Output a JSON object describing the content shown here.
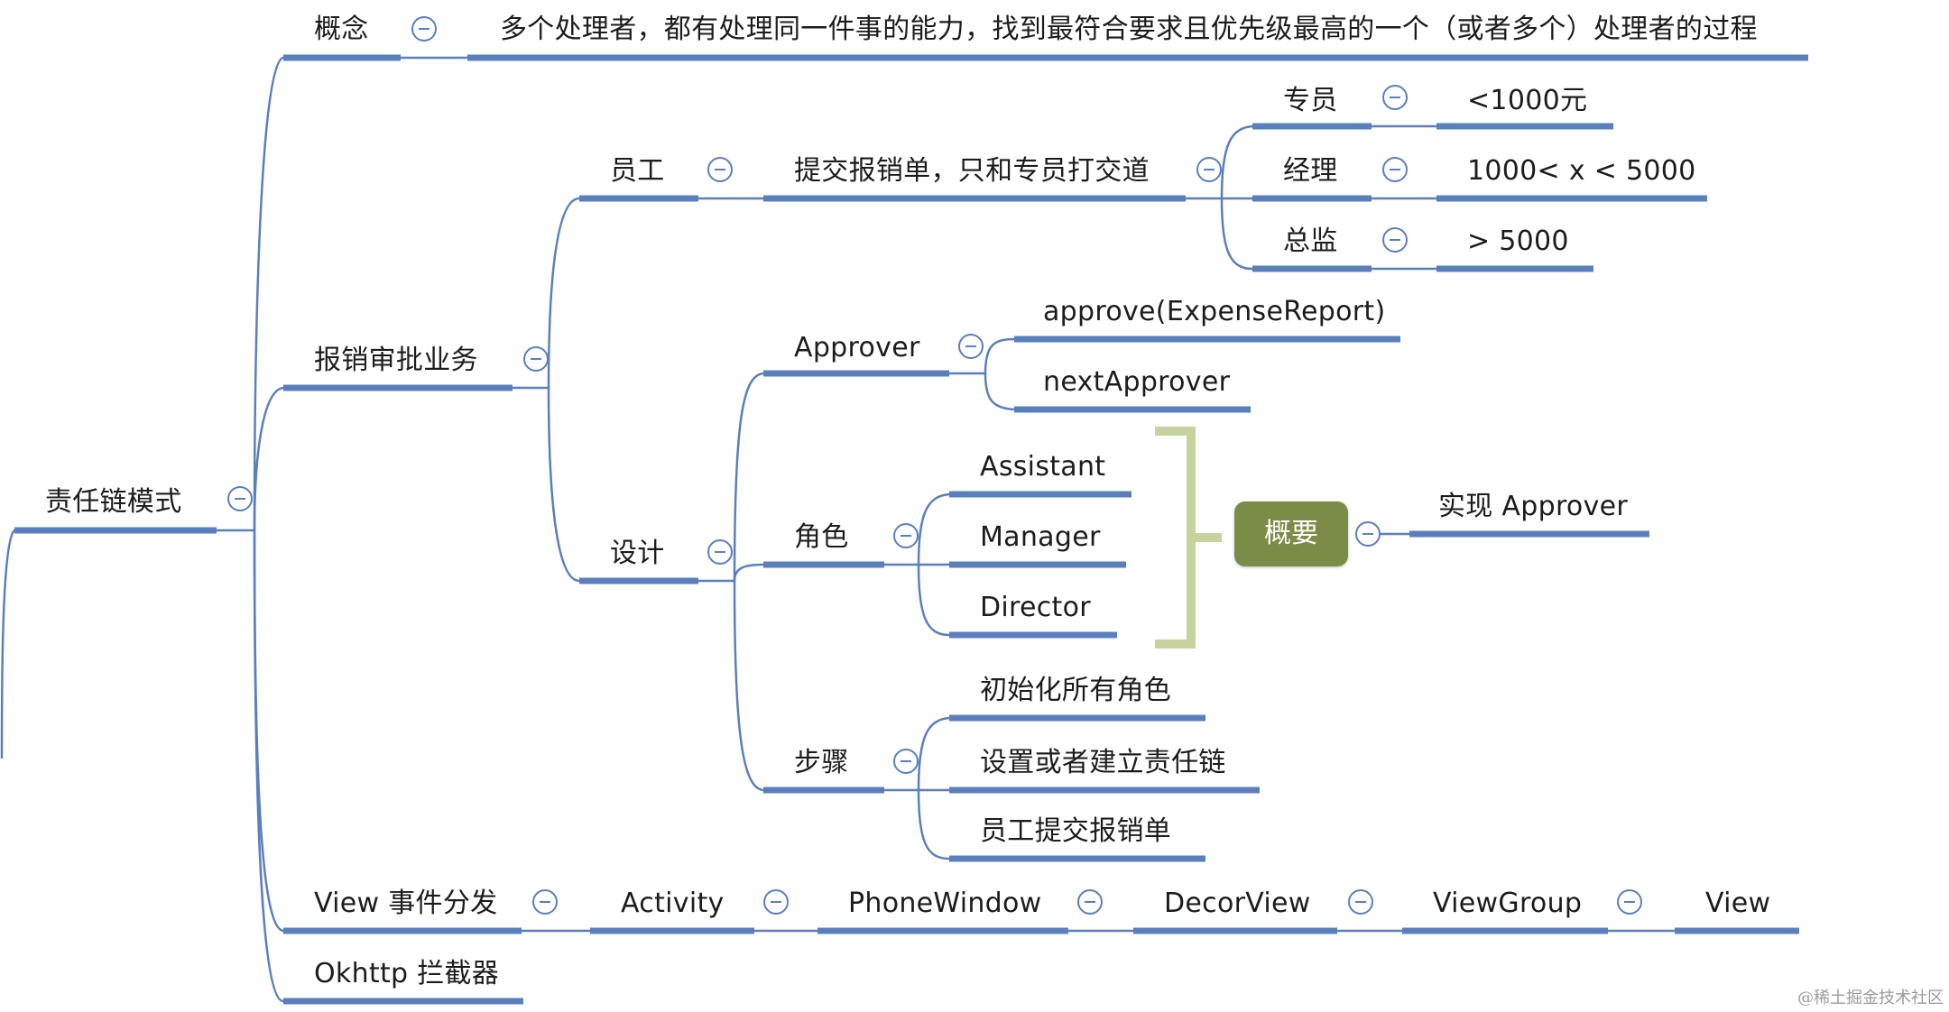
{
  "root": "责任链模式",
  "branches": {
    "concept": {
      "label": "概念",
      "text": "多个处理者，都有处理同一件事的能力，找到最符合要求且优先级最高的一个（或者多个）处理者的过程"
    },
    "expense": {
      "label": "报销审批业务",
      "employee": {
        "label": "员工",
        "rule": "提交报销单，只和专员打交道",
        "levels": [
          {
            "role": "专员",
            "range": "<1000元"
          },
          {
            "role": "经理",
            "range": "1000< x < 5000"
          },
          {
            "role": "总监",
            "range": "> 5000"
          }
        ]
      },
      "design": {
        "label": "设计",
        "approver": {
          "label": "Approver",
          "members": [
            "approve(ExpenseReport)",
            "nextApprover"
          ]
        },
        "roles": {
          "label": "角色",
          "items": [
            "Assistant",
            "Manager",
            "Director"
          ]
        },
        "summary": {
          "label": "概要",
          "text": "实现 Approver"
        },
        "steps": {
          "label": "步骤",
          "items": [
            "初始化所有角色",
            "设置或者建立责任链",
            "员工提交报销单"
          ]
        }
      }
    },
    "view_dispatch": {
      "label": "View 事件分发",
      "chain": [
        "Activity",
        "PhoneWindow",
        "DecorView",
        "ViewGroup",
        "View"
      ]
    },
    "okhttp": {
      "label": "Okhttp 拦截器"
    }
  },
  "watermark": "@稀土掘金技术社区",
  "colors": {
    "line": "#5b7fbd",
    "summary_fill": "#7a8c45",
    "bracket": "#c7d39f"
  }
}
